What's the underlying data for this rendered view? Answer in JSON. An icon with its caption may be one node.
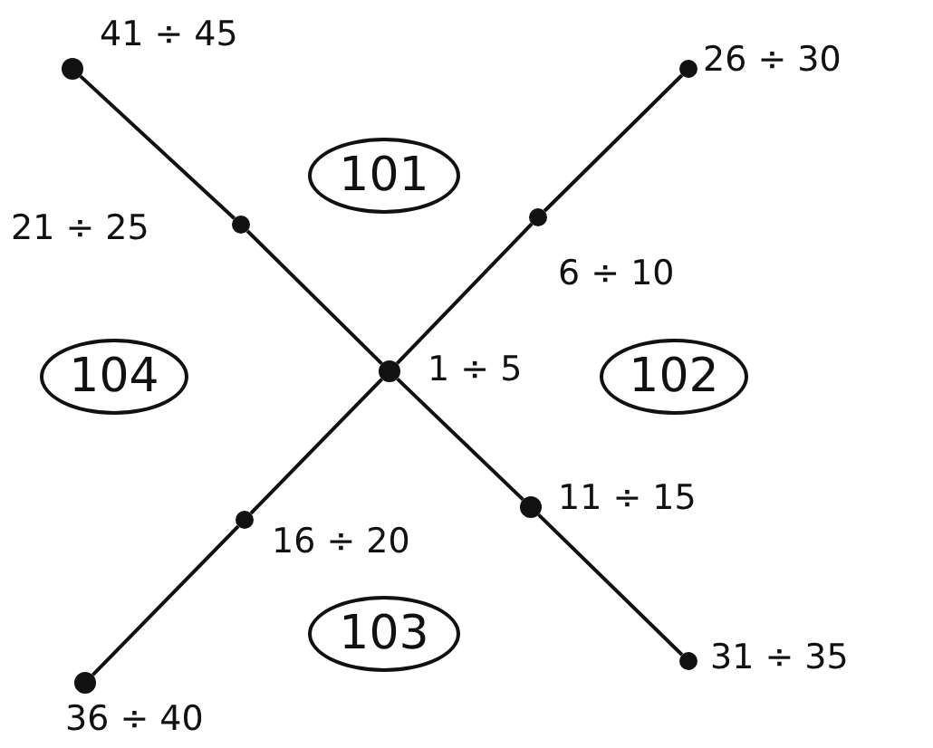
{
  "diagram": {
    "nodes": [
      {
        "text": [],
        "shape": "circle",
        "beside": [
          "41 ÷ 45"
        ]
      },
      {
        "text": [],
        "shape": "circle",
        "beside": [
          "26 ÷ 30"
        ]
      },
      {
        "text": [
          "101"
        ]
      },
      {
        "text": [],
        "shape": "circle",
        "beside": [
          "21 ÷ 25"
        ]
      },
      {
        "text": [],
        "shape": "circle",
        "beside": [
          "6 ÷ 10"
        ]
      },
      {
        "text": [
          "104"
        ]
      },
      {
        "text": [],
        "shape": "circle",
        "beside": [
          "1 ÷ 5"
        ]
      },
      {
        "text": [
          "102"
        ]
      },
      {
        "text": [],
        "shape": "circle",
        "beside": [
          "11 ÷ 15"
        ]
      },
      {
        "text": [],
        "shape": "circle",
        "beside": [
          "16 ÷ 20"
        ]
      },
      {
        "text": [
          "103"
        ]
      },
      {
        "text": [],
        "shape": "circle",
        "beside": [
          "36 ÷ 40"
        ]
      },
      {
        "text": [],
        "shape": "circle",
        "beside": [
          "31 ÷ 35"
        ]
      }
    ],
    "edges": [
      {
        "from": 0,
        "to": 3,
        "arrow": "none"
      },
      {
        "from": 3,
        "to": 6,
        "arrow": "none"
      },
      {
        "from": 6,
        "to": 8,
        "arrow": "none"
      },
      {
        "from": 8,
        "to": 12,
        "arrow": "none"
      },
      {
        "from": 1,
        "to": 4,
        "arrow": "none"
      },
      {
        "from": 4,
        "to": 6,
        "arrow": "none"
      },
      {
        "from": 6,
        "to": 9,
        "arrow": "none"
      },
      {
        "from": 9,
        "to": 11,
        "arrow": "none"
      }
    ]
  }
}
